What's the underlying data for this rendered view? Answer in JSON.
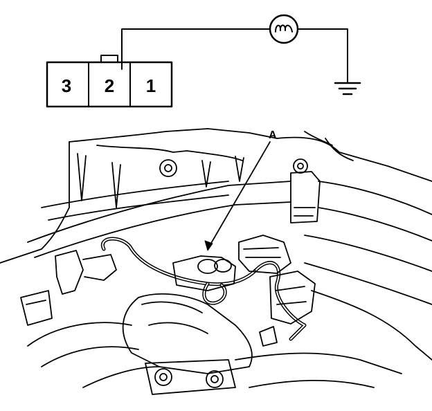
{
  "connector": {
    "pins": [
      {
        "label": "3"
      },
      {
        "label": "2"
      },
      {
        "label": "1"
      }
    ]
  },
  "circuit": {
    "components": [
      "lamp-icon",
      "ground-icon"
    ]
  },
  "illustration": {
    "callout_label": "A"
  },
  "colors": {
    "line": "#000000",
    "background": "#ffffff"
  }
}
